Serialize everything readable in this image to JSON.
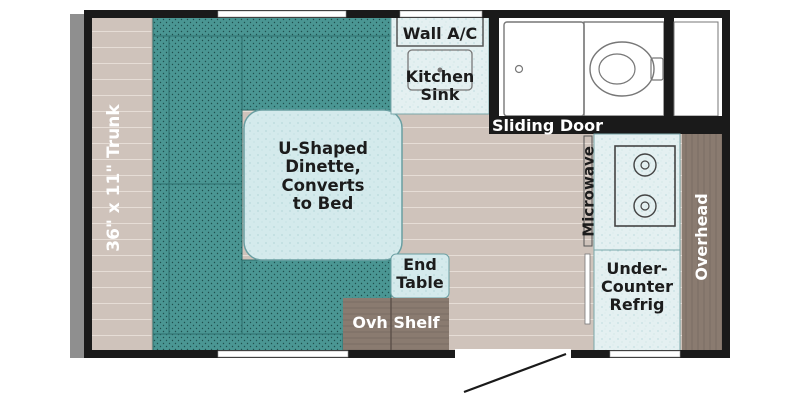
{
  "floorplan": {
    "labels": {
      "trunk": "36\" x 11\" Trunk",
      "dinette": "U-Shaped\nDinette,\nConverts\nto Bed",
      "wall_ac": "Wall A/C",
      "kitchen_sink": "Kitchen\nSink",
      "sliding_door": "Sliding Door",
      "microwave": "Microwave",
      "end_table": "End\nTable",
      "ovh_shelf": "Ovh Shelf",
      "under_counter_refrig": "Under-\nCounter\nRefrig",
      "overhead": "Overhead"
    },
    "colors": {
      "wall": "#1a1a1a",
      "floor": "#cfc3bb",
      "floor_line": "#e6ddd6",
      "teal": "#4a9693",
      "teal_dark": "#2e6f6c",
      "table": "#d4eaec",
      "counter": "#e4f0f1",
      "wood": "#8a7b70",
      "white": "#ffffff"
    }
  }
}
